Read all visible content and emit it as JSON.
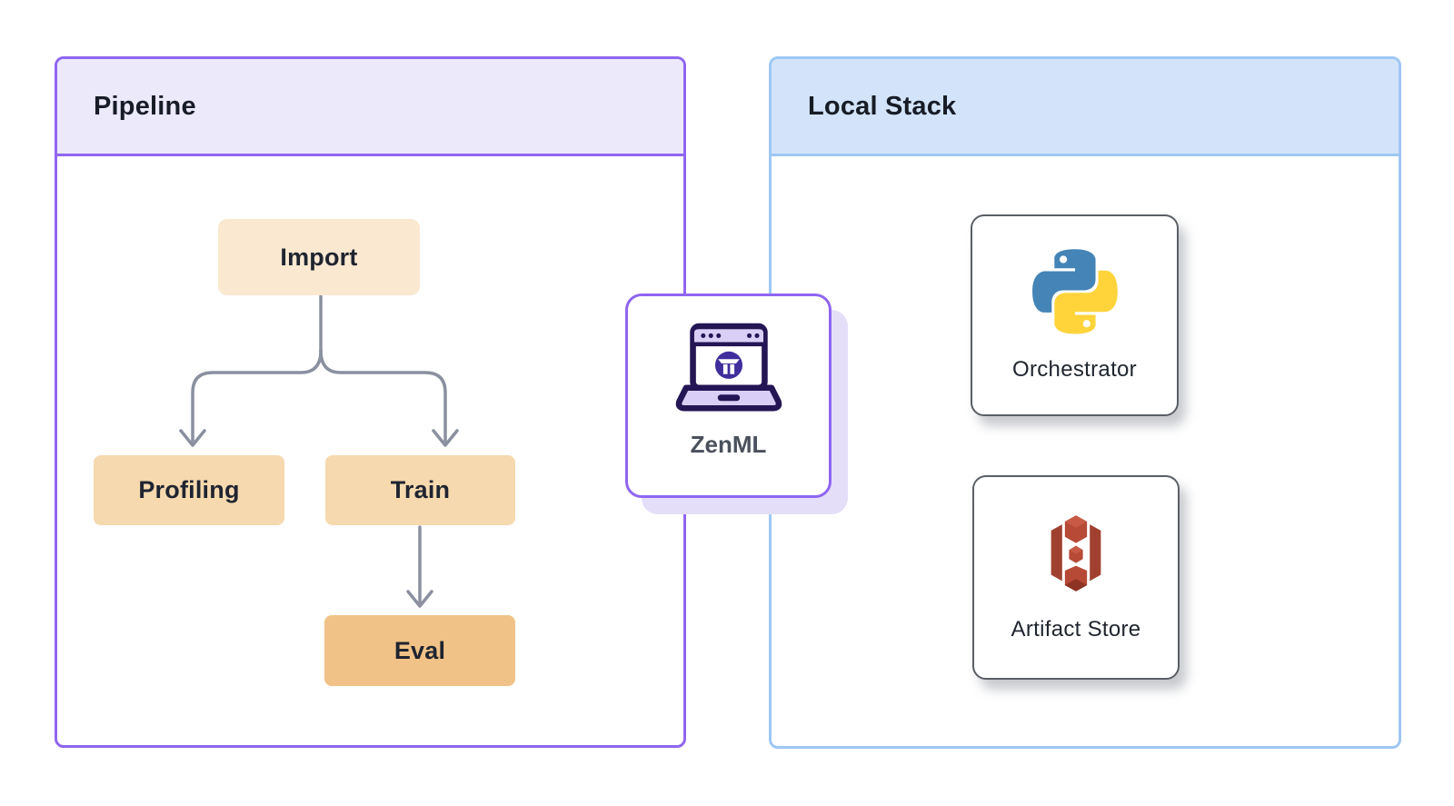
{
  "diagram": {
    "arrow_color": "#8A90A0",
    "pipeline": {
      "title": "Pipeline",
      "accent_border": "#8F66F0",
      "header_bg": "#ECE9FB",
      "nodes": [
        {
          "label": "Import",
          "bg": "#FAE8D1"
        },
        {
          "label": "Profiling",
          "bg": "#F6D9AE"
        },
        {
          "label": "Train",
          "bg": "#F6D9AE"
        },
        {
          "label": "Eval",
          "bg": "#F1C287"
        }
      ],
      "edges": [
        {
          "from": "Import",
          "to": "Profiling"
        },
        {
          "from": "Import",
          "to": "Train"
        },
        {
          "from": "Train",
          "to": "Eval"
        }
      ]
    },
    "connector_card": {
      "label": "ZenML",
      "icon": "zenml-laptop-icon",
      "border": "#8F66F0",
      "shadow_bg": "#E4DEF9",
      "icon_colors": {
        "outline": "#241654",
        "panel": "#D9CFF6",
        "logo_circle": "#3F2E9C"
      }
    },
    "local_stack": {
      "title": "Local Stack",
      "accent_border": "#9EC7F4",
      "header_bg": "#D3E4FA",
      "components": [
        {
          "label": "Orchestrator",
          "icon": "python-icon",
          "icon_colors": {
            "blue": "#4584B6",
            "yellow": "#FFD43B"
          }
        },
        {
          "label": "Artifact Store",
          "icon": "s3-bucket-icon",
          "icon_colors": {
            "base": "#B64A36",
            "light": "#C85A45",
            "dark": "#8E3324",
            "side": "#A04130"
          }
        }
      ]
    }
  }
}
